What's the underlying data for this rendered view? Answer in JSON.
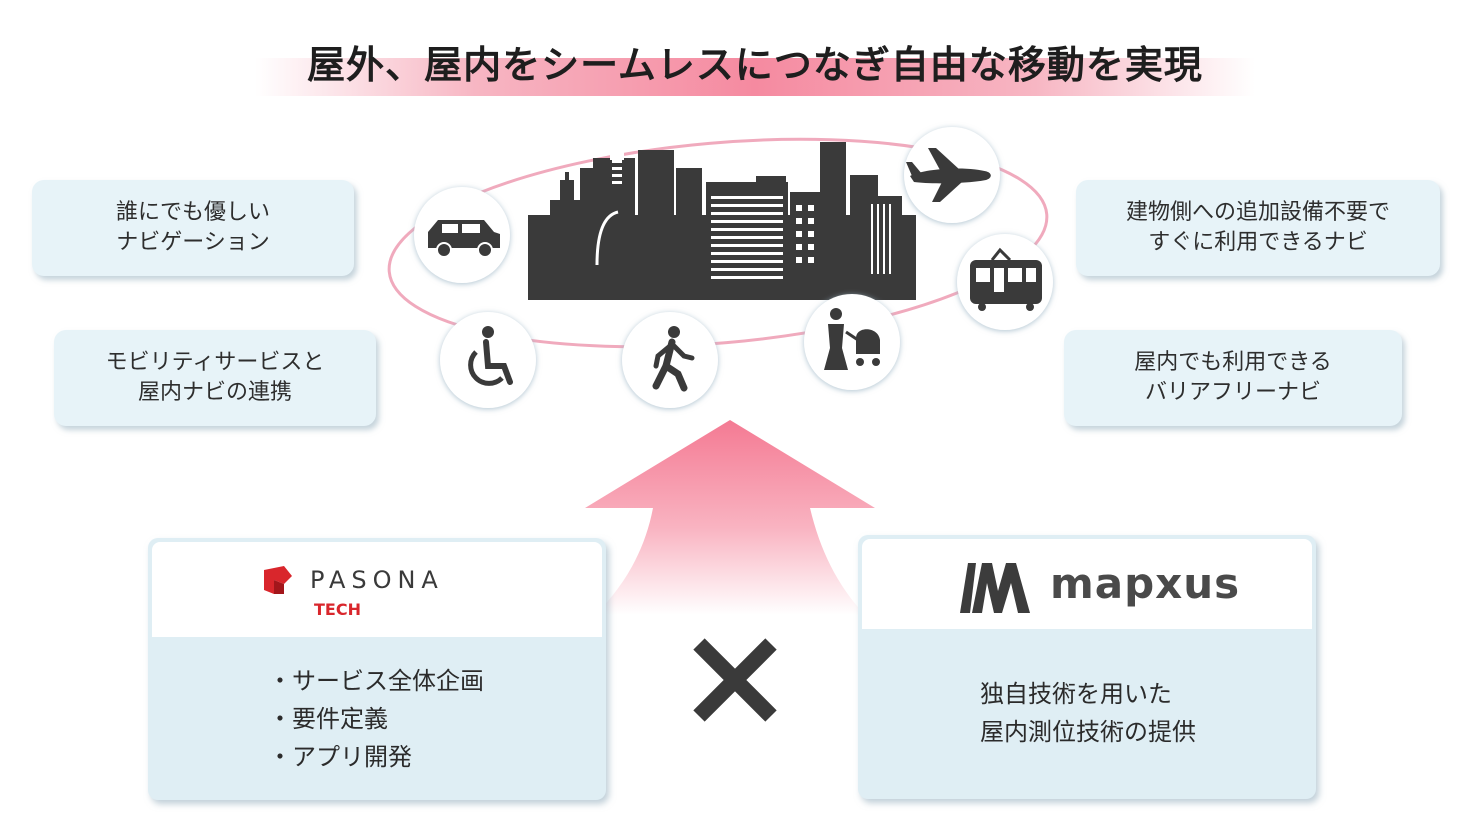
{
  "title": "屋外、屋内をシームレスにつなぎ自由な移動を実現",
  "features": {
    "left_top": [
      "誰にでも優しい",
      "ナビゲーション"
    ],
    "left_bottom": [
      "モビリティサービスと",
      "屋内ナビの連携"
    ],
    "right_top": [
      "建物側への追加設備不要で",
      "すぐに利用できるナビ"
    ],
    "right_bottom": [
      "屋内でも利用できる",
      "バリアフリーナビ"
    ]
  },
  "icons": [
    "car-icon",
    "airplane-icon",
    "train-icon",
    "wheelchair-icon",
    "pedestrian-icon",
    "stroller-icon",
    "city-skyline-icon",
    "up-arrow-icon",
    "times-icon"
  ],
  "colors": {
    "accent_pink": "#f47a93",
    "card_bg": "#e7f3f8",
    "pasona_red": "#d9262c",
    "mapxus_gray": "#3c3c3c",
    "dark": "#2e2e2e"
  },
  "partners": {
    "pasona": {
      "logo_text": "PASONA",
      "logo_sub": "TECH",
      "items": [
        "サービス全体企画",
        "要件定義",
        "アプリ開発"
      ]
    },
    "mapxus": {
      "logo_text": "mapxus",
      "desc": [
        "独自技術を用いた",
        "屋内測位技術の提供"
      ]
    }
  }
}
